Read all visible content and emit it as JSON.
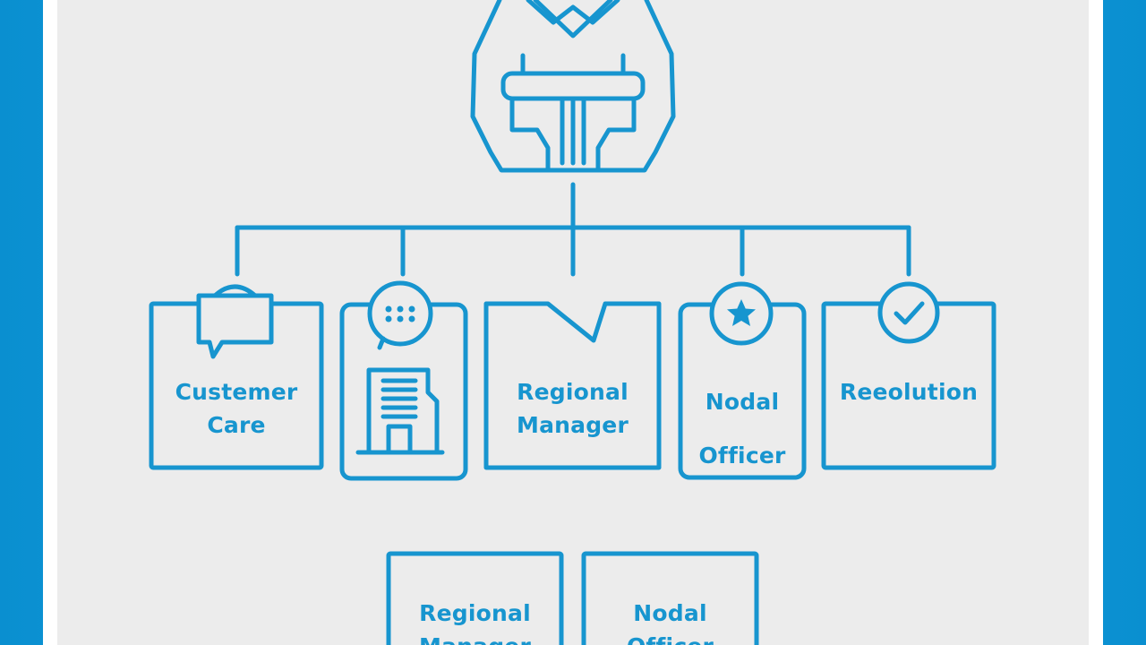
{
  "nodes": {
    "customer_care": {
      "line1": "Custemer",
      "line2": "Care"
    },
    "regional_manager": {
      "line1": "Regional",
      "line2": "Manager"
    },
    "nodal_officer": {
      "line1": "Nodal",
      "line2": "Officer"
    },
    "resolution": {
      "line1": "Reeolution"
    }
  },
  "bottom_nodes": {
    "regional_manager": {
      "line1": "Regional",
      "line2": "Manager"
    },
    "nodal_officer": {
      "line1": "Nodal",
      "line2": "Officer"
    }
  },
  "colors": {
    "accent": "#1795cf",
    "background": "#ececec",
    "frame": "#1aa7e4"
  },
  "icons": [
    "person-icon",
    "chat-bubble-icon",
    "speech-dots-icon",
    "building-icon",
    "star-badge-icon",
    "check-badge-icon"
  ]
}
